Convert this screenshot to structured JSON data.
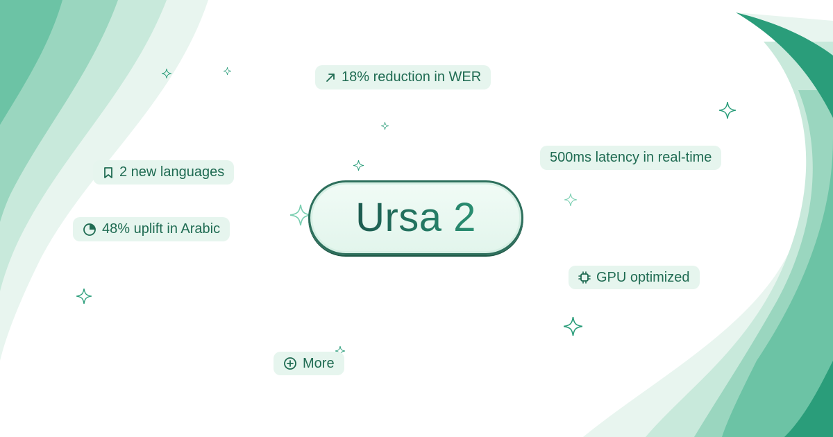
{
  "title": "Ursa 2",
  "features": [
    {
      "label": "18% reduction in WER",
      "icon": "arrow-up-right-icon"
    },
    {
      "label": "500ms latency in real-time",
      "icon": ""
    },
    {
      "label": "2 new languages",
      "icon": "bookmark-icon"
    },
    {
      "label": "48% uplift in Arabic",
      "icon": "pie-chart-icon"
    },
    {
      "label": "GPU optimized",
      "icon": "chip-icon"
    },
    {
      "label": "More",
      "icon": "plus-circle-icon"
    }
  ],
  "colors": {
    "accent": "#2a9d7a",
    "chip_bg": "#e6f5ee",
    "chip_text": "#1f6b52",
    "title_dark": "#1d5a4f"
  }
}
